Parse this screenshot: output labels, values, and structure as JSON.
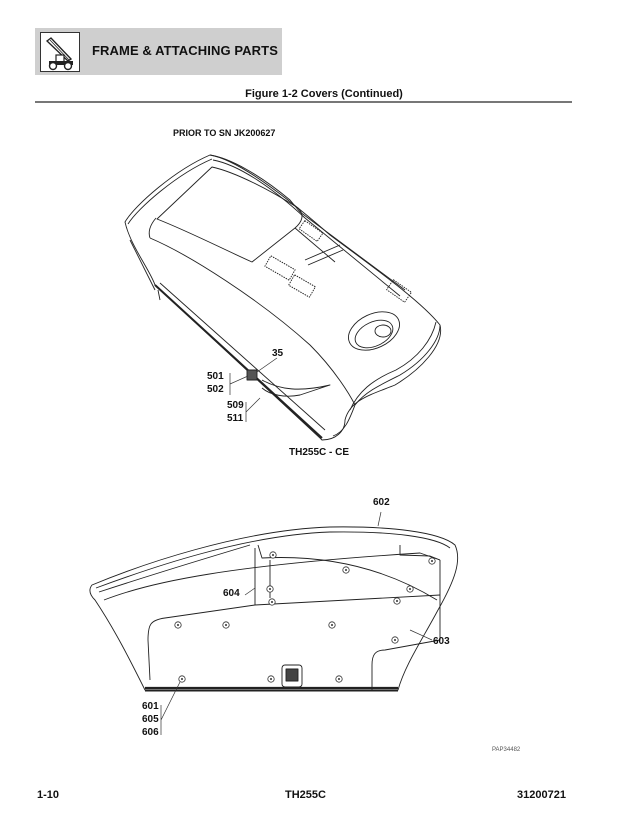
{
  "header": {
    "section_title": "FRAME & ATTACHING PARTS",
    "icon": "telehandler-machine-icon"
  },
  "figure": {
    "title": "Figure 1-2 Covers (Continued)",
    "note": "PRIOR TO SN JK200627",
    "upper_view": {
      "caption": "TH255C - CE",
      "callouts": [
        "35",
        "501",
        "502",
        "509",
        "511"
      ]
    },
    "lower_view": {
      "callouts": [
        "602",
        "604",
        "603",
        "601",
        "605",
        "606"
      ]
    },
    "image_ref": "PAP34482"
  },
  "footer": {
    "page_number": "1-10",
    "model": "TH255C",
    "doc_number": "31200721"
  }
}
